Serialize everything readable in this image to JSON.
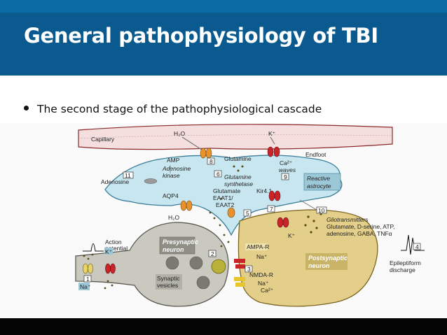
{
  "slide": {
    "title": "General pathophysiology of TBI",
    "bullet": "The second stage of the pathophysiological cascade"
  },
  "figure": {
    "capillary": "Capillary",
    "h2o_top": "H₂O",
    "k_top": "K⁺",
    "endfoot": "Endfoot",
    "amp": "AMP",
    "adenosine_kinase_1": "Adenosine",
    "adenosine_kinase_2": "kinase",
    "adenosine": "Adenosine",
    "glutamine": "Glutamine",
    "glutamine_synthetase_1": "Glutamine",
    "glutamine_synthetase_2": "synthetase",
    "ca_waves_1": "Ca²⁺",
    "ca_waves_2": "waves",
    "reactive_astrocyte_1": "Reactive",
    "reactive_astrocyte_2": "astrocyte",
    "aqp4": "AQP4",
    "glutamate": "Glutamate",
    "eaat_1": "EAAT1/",
    "eaat_2": "EAAT2",
    "kir41": "Kir4.1",
    "h2o_bottom": "H₂O",
    "k_astro": "K⁺",
    "gliotransmitters_title": "Gliotransmitters",
    "gliotransmitters_1": "Glutamate, D-serine, ATP,",
    "gliotransmitters_2": "adenosine, GABA, TNFα",
    "action_potential_1": "Action",
    "action_potential_2": "potential",
    "presynaptic_1": "Presynaptic",
    "presynaptic_2": "neuron",
    "synaptic_vesicles_1": "Synaptic",
    "synaptic_vesicles_2": "vesicles",
    "k_pre": "K⁺",
    "na_pre": "Na⁺",
    "ampa_r": "AMPA-R",
    "na_ampa": "Na⁺",
    "nmda_r": "NMDA-R",
    "na_nmda": "Na⁺",
    "ca_nmda": "Ca²⁺",
    "postsynaptic_1": "Postsynaptic",
    "postsynaptic_2": "neuron",
    "epileptiform_1": "Epileptiform",
    "epileptiform_2": "discharge",
    "n1": "1",
    "n2": "2",
    "n3": "3",
    "n4": "4",
    "n5": "5",
    "n6": "6",
    "n7": "7",
    "n8": "8",
    "n9": "9",
    "n10": "10",
    "n11": "11"
  },
  "colors": {
    "header": "#0a5a8f",
    "astrocyte": "#c7e6ef",
    "presynaptic": "#c9c9c0",
    "postsynaptic": "#e3cf8a",
    "capillary": "#f4dede",
    "channel_red": "#c8242a",
    "channel_orange": "#e8922e"
  }
}
